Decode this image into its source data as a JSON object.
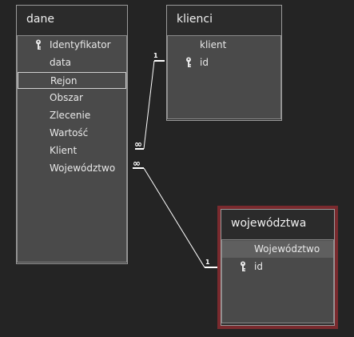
{
  "tables": {
    "dane": {
      "title": "dane",
      "fields": [
        {
          "name": "Identyfikator",
          "key": true
        },
        {
          "name": "data",
          "key": false
        },
        {
          "name": "Rejon",
          "key": false
        },
        {
          "name": "Obszar",
          "key": false
        },
        {
          "name": "Zlecenie",
          "key": false
        },
        {
          "name": "Wartość",
          "key": false
        },
        {
          "name": "Klient",
          "key": false
        },
        {
          "name": "Województwo",
          "key": false
        }
      ]
    },
    "klienci": {
      "title": "klienci",
      "fields": [
        {
          "name": "klient",
          "key": false
        },
        {
          "name": "id",
          "key": true
        }
      ]
    },
    "wojewodztwa": {
      "title": "województwa",
      "fields": [
        {
          "name": "Województwo",
          "key": false
        },
        {
          "name": "id",
          "key": true
        }
      ]
    }
  },
  "relationships": [
    {
      "from": "dane.Klient",
      "to": "klienci.id",
      "many_label": "∞",
      "one_label": "1"
    },
    {
      "from": "dane.Województwo",
      "to": "województwa.id",
      "many_label": "∞",
      "one_label": "1"
    }
  ],
  "colors": {
    "background": "#242424",
    "selected_table_border": "#7a2a2e"
  },
  "icons": {
    "primary_key": "key-icon"
  }
}
